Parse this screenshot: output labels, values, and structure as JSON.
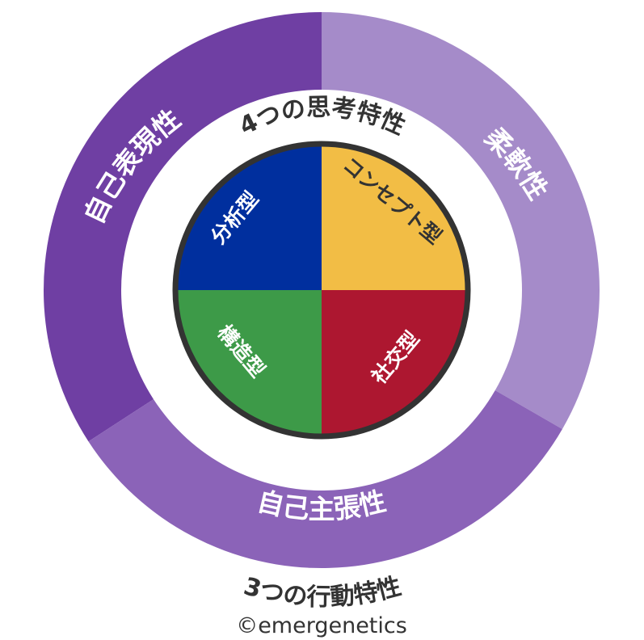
{
  "title_thinking": "4つの思考特性",
  "title_behavior": "3つの行動特性",
  "copyright": "©emergenetics",
  "behavior_segments": [
    {
      "key": "expressiveness",
      "label": "自己表現性",
      "color": "#6f3fa3"
    },
    {
      "key": "flexibility",
      "label": "柔軟性",
      "color": "#a58bc9"
    },
    {
      "key": "assertiveness",
      "label": "自己主張性",
      "color": "#8b63b8"
    }
  ],
  "thinking_quadrants": [
    {
      "key": "analytical",
      "label": "分析型",
      "color": "#002f9e",
      "text_color": "#ffffff"
    },
    {
      "key": "conceptual",
      "label": "コンセプト型",
      "color": "#f2bd45",
      "text_color": "#333333"
    },
    {
      "key": "structural",
      "label": "構造型",
      "color": "#3d9a48",
      "text_color": "#ffffff"
    },
    {
      "key": "social",
      "label": "社交型",
      "color": "#ad1730",
      "text_color": "#ffffff"
    }
  ]
}
